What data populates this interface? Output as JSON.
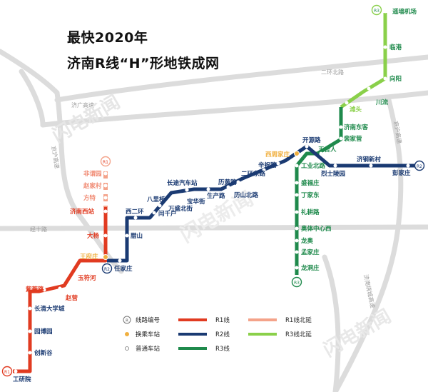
{
  "title": {
    "line1": "最快2020年",
    "line2": "济南R线“H”形地铁成网"
  },
  "roads": {
    "erhuan_north": "二环北路",
    "jihu": "济广高速",
    "jingshi_west": "京沪高速",
    "jingshi": "经十路",
    "east": "京沪高速",
    "southeast": "济南绕城高速"
  },
  "watermark": "闪电新闻",
  "badges": {
    "r1": "R1",
    "r2": "R2",
    "r3": "R3"
  },
  "stations": {
    "r1_ext": [
      "非谓园",
      "赵家村",
      "方特"
    ],
    "r1": [
      "济南西站",
      "大杨",
      "王府庄",
      "玉符河",
      "紫薇路",
      "赵营",
      "长清大学城",
      "园博园",
      "创新谷",
      "工研院"
    ],
    "r2": [
      "任家庄",
      "腊山",
      "西二环",
      "八里桥",
      "闫千户",
      "长途汽车站",
      "宝华街",
      "万盛北街",
      "生产路",
      "历黄路",
      "历山北路",
      "二环东路",
      "辛祝路",
      "西周家庄",
      "开源路",
      "王舍人",
      "工业北路",
      "烈士陵园",
      "济钢新村",
      "彭家庄"
    ],
    "r3": [
      "遥墙机场",
      "临港",
      "向阳",
      "川流",
      "滩头",
      "济南东客",
      "裴家营",
      "盛福庄",
      "丁家东",
      "礼耕路",
      "奥体中心西",
      "龙奥",
      "孟家庄",
      "龙洞庄"
    ]
  },
  "legend": {
    "badge": "线路编号",
    "transfer": "换乘车站",
    "normal": "普通车站",
    "r1": "R1线",
    "r2": "R2线",
    "r3": "R3线",
    "r1_ext": "R1线北延",
    "r3_ext": "R3线北延"
  },
  "colors": {
    "r1": "#e13b21",
    "r1_ext": "#f4a38a",
    "r2": "#1a3a72",
    "r3": "#1f8a4c",
    "r3_ext": "#8ad04a",
    "transfer": "#f0b040",
    "road": "#d9d9d9"
  }
}
